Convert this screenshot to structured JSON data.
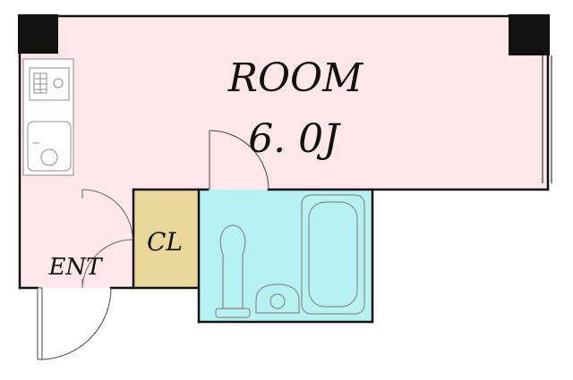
{
  "rooms": {
    "main": {
      "name": "ROOM",
      "size": "6. 0J",
      "fill": "#fde6ec"
    },
    "closet": {
      "name": "CL",
      "fill": "#ead79a"
    },
    "bath": {
      "fill": "#b6f2f2"
    },
    "entrance": {
      "name": "ENT"
    }
  },
  "colors": {
    "wall": "#111111",
    "fixture_stroke": "#8c8c8c"
  },
  "icons": [
    "stove-icon",
    "sink-icon",
    "bathtub-icon",
    "toilet-icon",
    "washbasin-icon",
    "door-swing-icon",
    "pillar-icon"
  ]
}
